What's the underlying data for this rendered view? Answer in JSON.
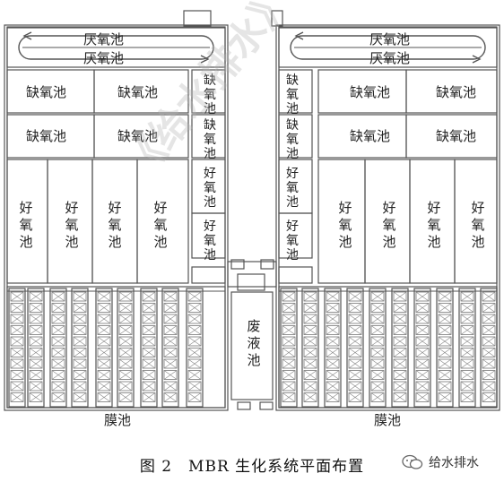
{
  "figure": {
    "caption": "图 2　MBR 生化系统平面布置",
    "watermark": "《给水排水》",
    "logo_text": "给水排水",
    "left_block": {
      "anaerobic_top": "厌氧池",
      "anaerobic_bottom": "厌氧池",
      "anoxic": [
        "缺氧池",
        "缺氧池",
        "缺氧池",
        "缺氧池"
      ],
      "aerobic": [
        "好氧池",
        "好氧池",
        "好氧池",
        "好氧池"
      ],
      "side_column": [
        "缺氧池",
        "缺氧池",
        "好氧池",
        "好氧池"
      ],
      "membrane": "膜池"
    },
    "right_block": {
      "anaerobic_top": "厌氧池",
      "anaerobic_bottom": "厌氧池",
      "anoxic": [
        "缺氧池",
        "缺氧池",
        "缺氧池",
        "缺氧池"
      ],
      "aerobic": [
        "好氧池",
        "好氧池",
        "好氧池",
        "好氧池"
      ],
      "side_column": [
        "缺氧池",
        "缺氧池",
        "好氧池",
        "好氧池"
      ],
      "membrane": "膜池"
    },
    "waste_tank": "废液池"
  }
}
